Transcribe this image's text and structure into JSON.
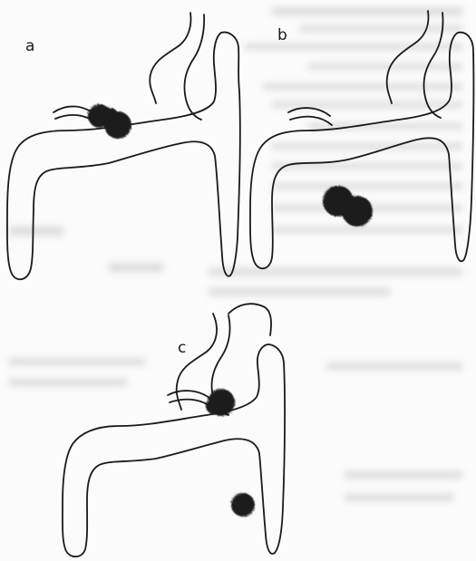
{
  "panels": [
    {
      "label": "a"
    },
    {
      "label": "b"
    },
    {
      "label": "c"
    }
  ],
  "colors": {
    "ink": "#1a1a1a",
    "blot": "#1c1c1c",
    "background": "#fbfbfb",
    "bleed": "#bdbdbd"
  }
}
